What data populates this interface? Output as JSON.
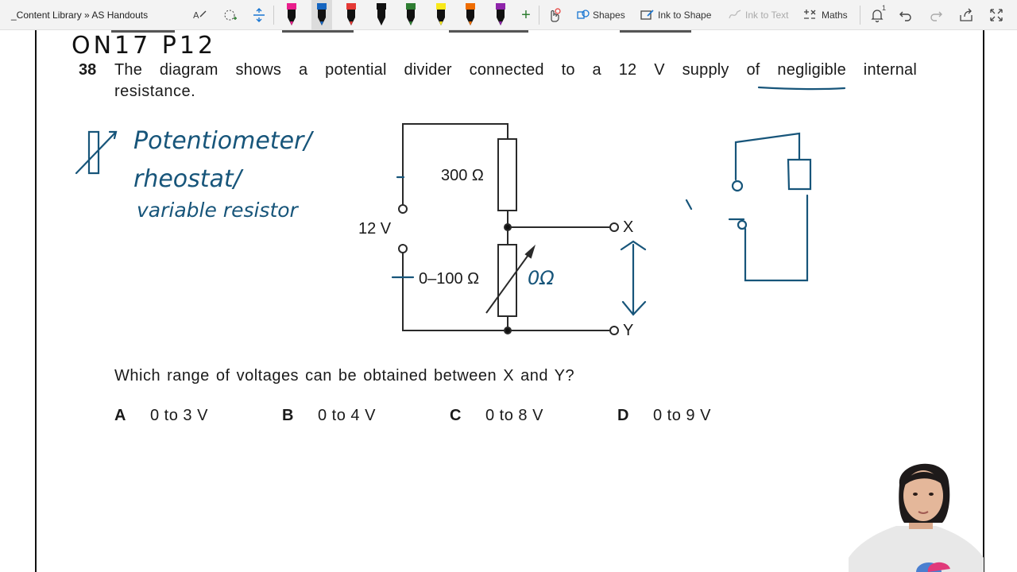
{
  "toolbar": {
    "breadcrumb": "_Content Library » AS Handouts",
    "shapes_label": "Shapes",
    "ink_to_shape_label": "Ink to Shape",
    "ink_to_text_label": "Ink to Text",
    "maths_label": "Maths",
    "notification_count": "1",
    "pen_colors": [
      "#e91e8c",
      "#1565c0",
      "#e53935",
      "#111111",
      "#2e7d32",
      "#f9e81a",
      "#ef6c00",
      "#8e24aa"
    ]
  },
  "handwriting": {
    "header": "ON17 P12",
    "note_line1": "Potentiometer/",
    "note_line2": "rheostat/",
    "note_line3": "variable resistor",
    "zero_ohm": "0Ω"
  },
  "question": {
    "number": "38",
    "line1": "The diagram shows a potential divider connected to a 12 V supply of negligible internal",
    "line2": "resistance.",
    "prompt": "Which range of voltages can be obtained between X and Y?",
    "options": [
      {
        "letter": "A",
        "text": "0 to 3 V"
      },
      {
        "letter": "B",
        "text": "0 to 4 V"
      },
      {
        "letter": "C",
        "text": "0 to 8 V"
      },
      {
        "letter": "D",
        "text": "0 to 9 V"
      }
    ]
  },
  "circuit": {
    "supply_label": "12 V",
    "fixed_resistor_label": "300 Ω",
    "variable_resistor_label": "0–100 Ω",
    "terminal_x": "X",
    "terminal_y": "Y"
  },
  "colors": {
    "ink": "#17557a",
    "toolbar_bg": "#f3f3f3",
    "text": "#1a1a1a"
  }
}
